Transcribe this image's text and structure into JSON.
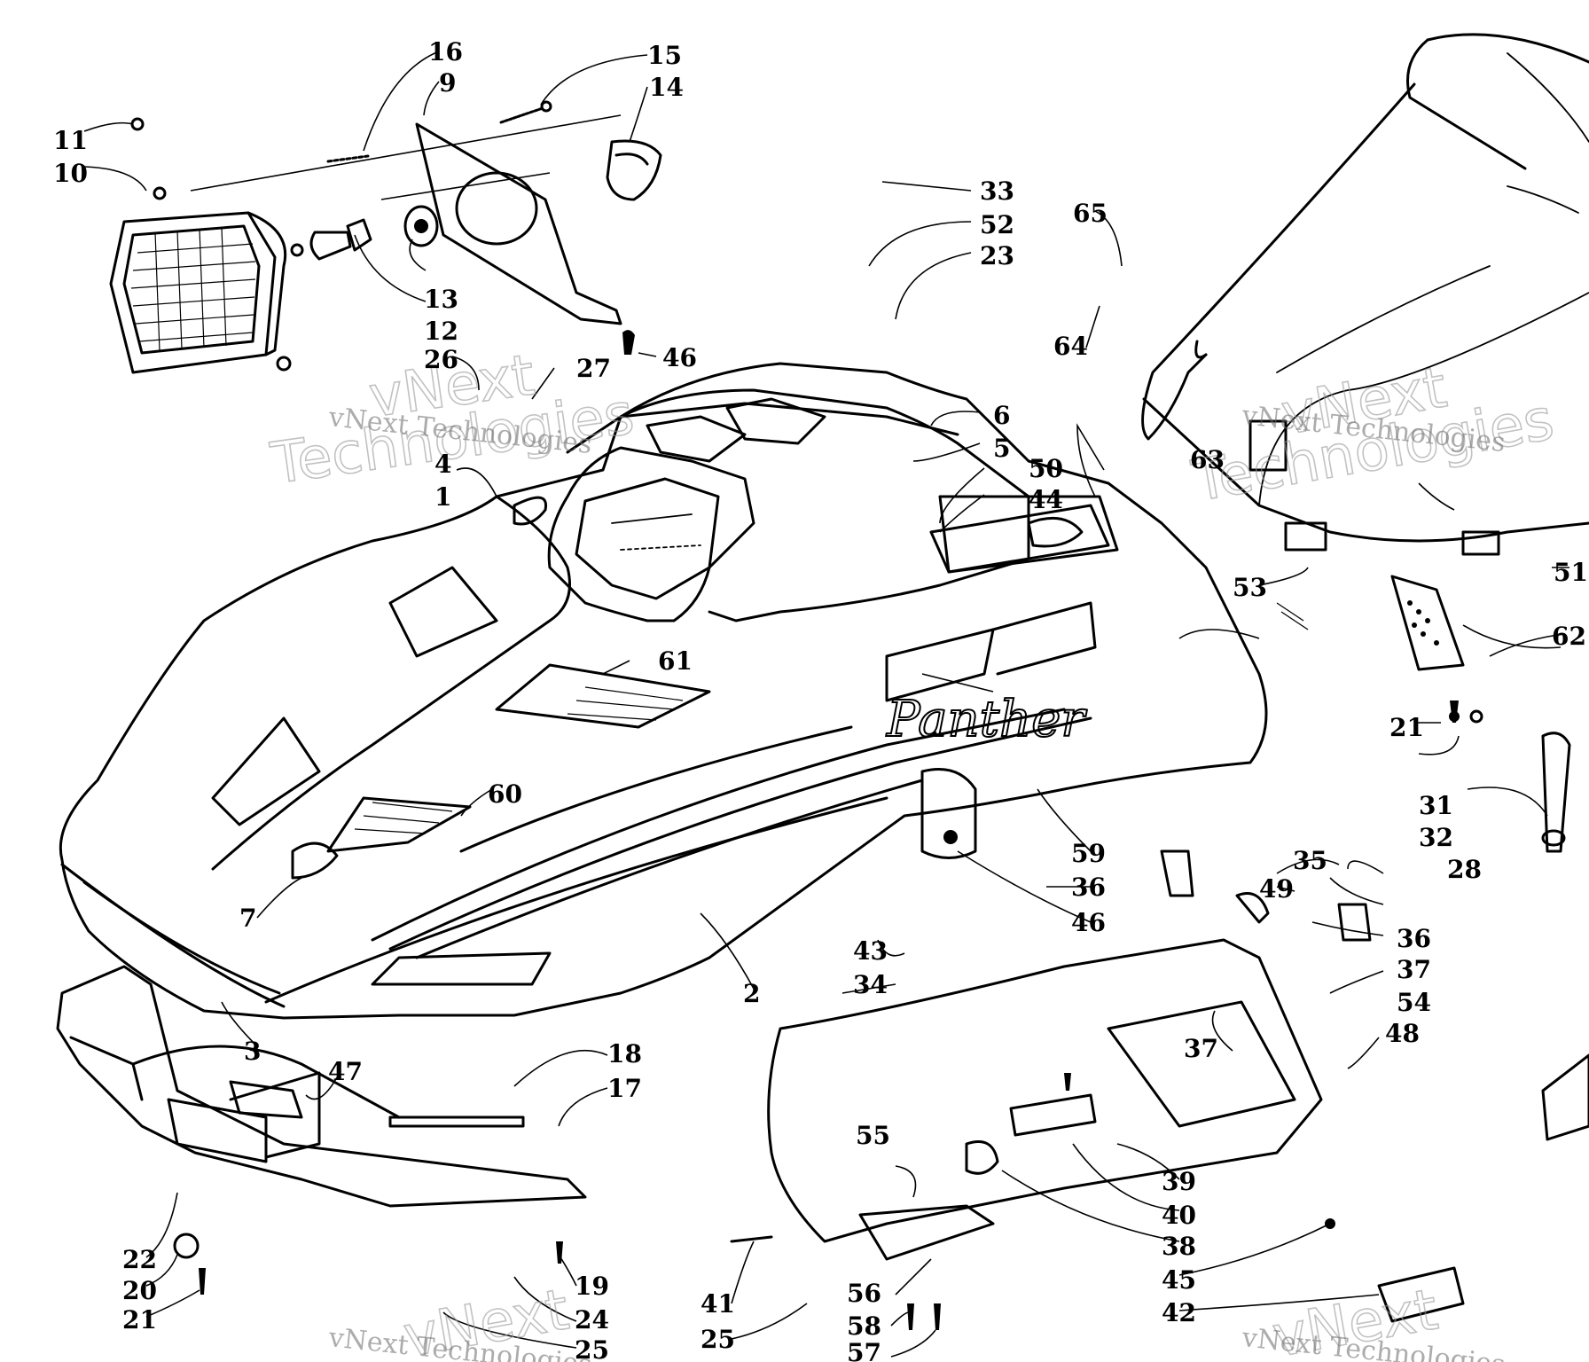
{
  "watermark": {
    "text": "vNext Technologies",
    "brand_outline_word_1": "vNext",
    "brand_outline_word_2": "Technologies"
  },
  "hood_script": "Panther",
  "part_numbers": [
    "1",
    "2",
    "3",
    "4",
    "5",
    "6",
    "7",
    "9",
    "10",
    "11",
    "12",
    "13",
    "14",
    "15",
    "16",
    "17",
    "18",
    "19",
    "20",
    "21",
    "22",
    "23",
    "24",
    "25",
    "26",
    "27",
    "28",
    "31",
    "32",
    "33",
    "34",
    "35",
    "36",
    "37",
    "38",
    "39",
    "40",
    "41",
    "42",
    "43",
    "44",
    "45",
    "46",
    "47",
    "48",
    "49",
    "50",
    "51",
    "52",
    "53",
    "54",
    "55",
    "56",
    "57",
    "58",
    "59",
    "60",
    "61",
    "62",
    "63",
    "64",
    "65"
  ]
}
